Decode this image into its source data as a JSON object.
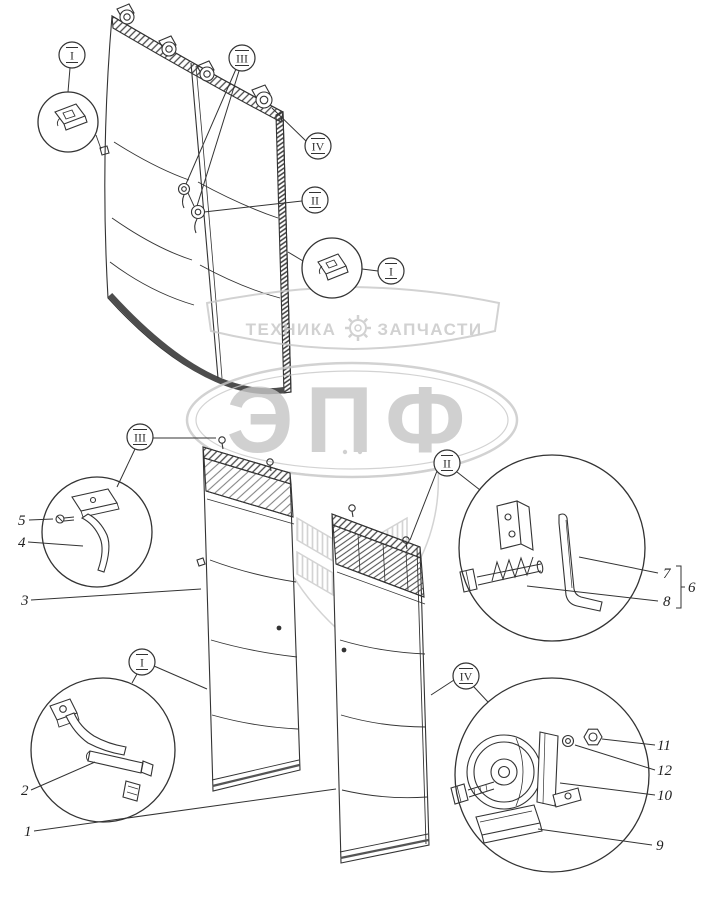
{
  "diagram": {
    "callouts": {
      "top_left": "I",
      "top_center": "III",
      "top_right_upper": "IV",
      "top_right_lower": "II",
      "top_detail_right": "I",
      "mid_left": "III",
      "mid_right": "II",
      "bottom_left": "I",
      "bottom_right": "IV"
    },
    "part_labels": {
      "1": "1",
      "2": "2",
      "3": "3",
      "4": "4",
      "5": "5",
      "6": "6",
      "7": "7",
      "8": "8",
      "9": "9",
      "10": "10",
      "11": "11",
      "12": "12"
    }
  },
  "watermark": {
    "banner_left": "ТЕХНИКА",
    "banner_right": "ЗАПЧАСТИ",
    "logo": "ЭПФ"
  },
  "colors": {
    "line": "#333333",
    "dark_band": "#4d4d4d",
    "watermark_gray": "#c8c8c8",
    "background": "#ffffff"
  }
}
